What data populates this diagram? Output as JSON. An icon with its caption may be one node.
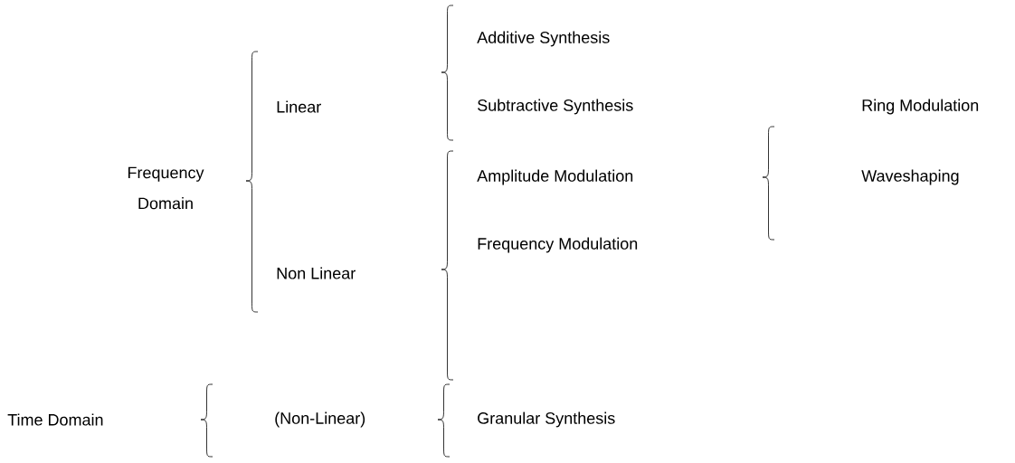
{
  "diagram": {
    "labels": [
      "Additive Synthesis",
      "Linear",
      "Subtractive Synthesis",
      "Ring Modulation",
      "Frequency Domain",
      "Amplitude Modulation",
      "Waveshaping",
      "Non Linear",
      "Frequency Modulation",
      "Time Domain",
      "(Non-Linear)",
      "Granular Synthesis"
    ]
  }
}
